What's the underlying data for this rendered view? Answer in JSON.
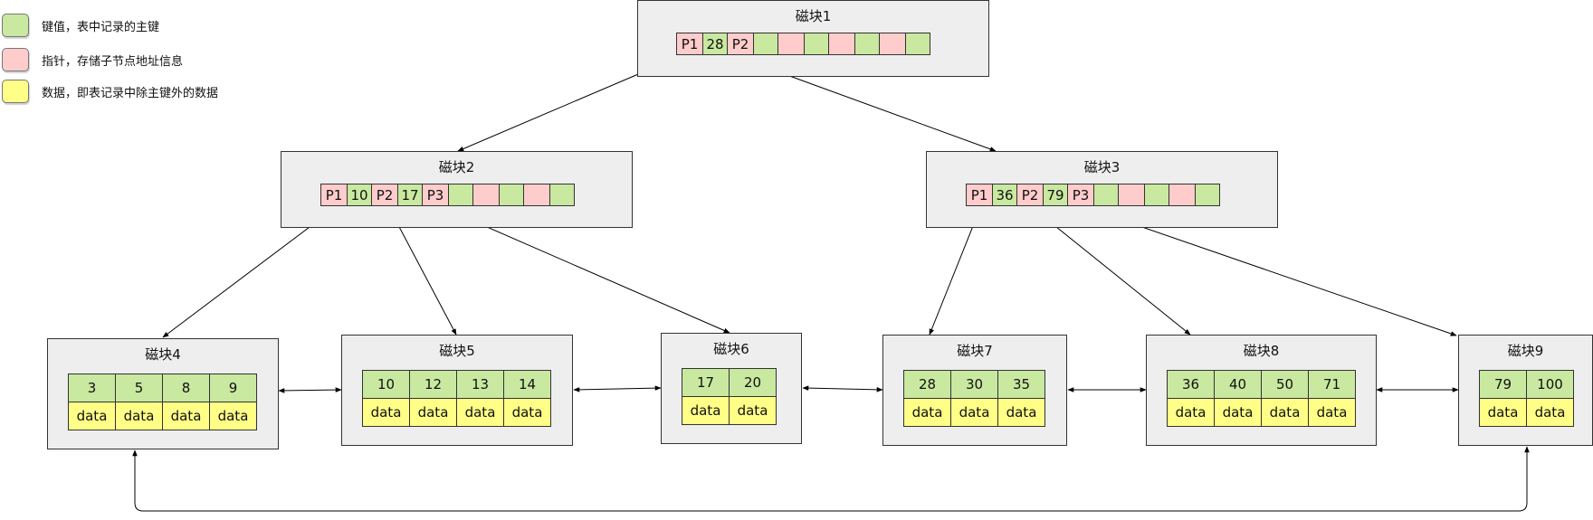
{
  "colors": {
    "key": "#c9e8a0",
    "pointer": "#ffcccc",
    "data": "#ffff88",
    "block_bg": "#eeeeee"
  },
  "legend": [
    {
      "text": "键值，表中记录的主键",
      "type": "key"
    },
    {
      "text": "指针，存储子节点地址信息",
      "type": "pointer"
    },
    {
      "text": "数据，即表记录中除主键外的数据",
      "type": "data"
    }
  ],
  "blocks": {
    "b1": {
      "title": "磁块1",
      "cells": [
        {
          "type": "p",
          "text": "P1"
        },
        {
          "type": "k",
          "text": "28"
        },
        {
          "type": "p",
          "text": "P2"
        },
        {
          "type": "k",
          "text": ""
        },
        {
          "type": "p",
          "text": ""
        },
        {
          "type": "k",
          "text": ""
        },
        {
          "type": "p",
          "text": ""
        },
        {
          "type": "k",
          "text": ""
        },
        {
          "type": "p",
          "text": ""
        },
        {
          "type": "k",
          "text": ""
        }
      ]
    },
    "b2": {
      "title": "磁块2",
      "cells": [
        {
          "type": "p",
          "text": "P1"
        },
        {
          "type": "k",
          "text": "10"
        },
        {
          "type": "p",
          "text": "P2"
        },
        {
          "type": "k",
          "text": "17"
        },
        {
          "type": "p",
          "text": "P3"
        },
        {
          "type": "k",
          "text": ""
        },
        {
          "type": "p",
          "text": ""
        },
        {
          "type": "k",
          "text": ""
        },
        {
          "type": "p",
          "text": ""
        },
        {
          "type": "k",
          "text": ""
        }
      ]
    },
    "b3": {
      "title": "磁块3",
      "cells": [
        {
          "type": "p",
          "text": "P1"
        },
        {
          "type": "k",
          "text": "36"
        },
        {
          "type": "p",
          "text": "P2"
        },
        {
          "type": "k",
          "text": "79"
        },
        {
          "type": "p",
          "text": "P3"
        },
        {
          "type": "k",
          "text": ""
        },
        {
          "type": "p",
          "text": ""
        },
        {
          "type": "k",
          "text": ""
        },
        {
          "type": "p",
          "text": ""
        },
        {
          "type": "k",
          "text": ""
        }
      ]
    },
    "b4": {
      "title": "磁块4",
      "keys": [
        "3",
        "5",
        "8",
        "9"
      ],
      "data": [
        "data",
        "data",
        "data",
        "data"
      ]
    },
    "b5": {
      "title": "磁块5",
      "keys": [
        "10",
        "12",
        "13",
        "14"
      ],
      "data": [
        "data",
        "data",
        "data",
        "data"
      ]
    },
    "b6": {
      "title": "磁块6",
      "keys": [
        "17",
        "20"
      ],
      "data": [
        "data",
        "data"
      ]
    },
    "b7": {
      "title": "磁块7",
      "keys": [
        "28",
        "30",
        "35"
      ],
      "data": [
        "data",
        "data",
        "data"
      ]
    },
    "b8": {
      "title": "磁块8",
      "keys": [
        "36",
        "40",
        "50",
        "71"
      ],
      "data": [
        "data",
        "data",
        "data",
        "data"
      ]
    },
    "b9": {
      "title": "磁块9",
      "keys": [
        "79",
        "100"
      ],
      "data": [
        "data",
        "data"
      ]
    }
  }
}
